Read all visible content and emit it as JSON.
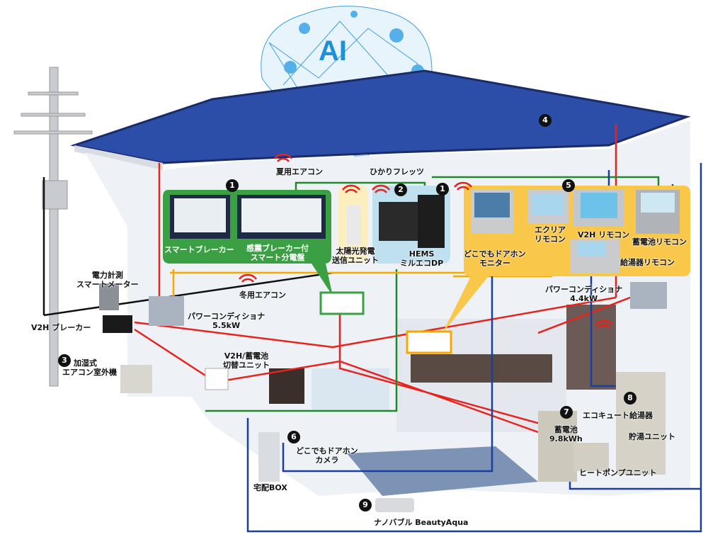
{
  "ai_label": "AI",
  "colors": {
    "power": "#e8231e",
    "network": "#1f8a2a",
    "signal": "#f5a800",
    "water": "#1b3f9c",
    "meter": "#111111",
    "green_panel": "#3aa043",
    "yellow_panel": "#f9c84a"
  },
  "numbers": [
    "1",
    "1",
    "2",
    "3",
    "4",
    "5",
    "6",
    "7",
    "8",
    "9"
  ],
  "labels": {
    "summer_ac": "夏用エアコン",
    "hikari": "ひかりフレッツ",
    "smart_breaker": "スマートブレーカー",
    "panel_1": "感震ブレーカー付",
    "panel_2": "スマート分電盤",
    "solar_1": "太陽光発電",
    "solar_2": "送信ユニット",
    "hems_1": "HEMS",
    "hems_2": "ミルエコDP",
    "door_mon_1": "どこでもドアホン",
    "door_mon_2": "モニター",
    "ecria_1": "エクリア",
    "ecria_2": "リモコン",
    "v2h_remote": "V2H リモコン",
    "battery_remote": "蓄電池リモコン",
    "water_remote": "給湯器リモコン",
    "pcs44_1": "パワーコンディショナ",
    "pcs44_2": "4.4kW",
    "meter_1": "電力計測",
    "meter_2": "スマートメーター",
    "winter_ac": "冬用エアコン",
    "pcs55_1": "パワーコンディショナ",
    "pcs55_2": "5.5kW",
    "v2h_breaker": "V2H ブレーカー",
    "outdoor_1": "加湿式",
    "outdoor_2": "エアコン室外機",
    "switch_1": "V2H/蓄電池",
    "switch_2": "切替ユニット",
    "ecocute": "エコキュート給湯器",
    "battery_1": "蓄電池",
    "battery_2": "9.8kWh",
    "tank": "貯湯ユニット",
    "heatpump": "ヒートポンプユニット",
    "door_cam_1": "どこでもドアホン",
    "door_cam_2": "カメラ",
    "delivery": "宅配BOX",
    "nano": "ナノバブル BeautyAqua"
  }
}
